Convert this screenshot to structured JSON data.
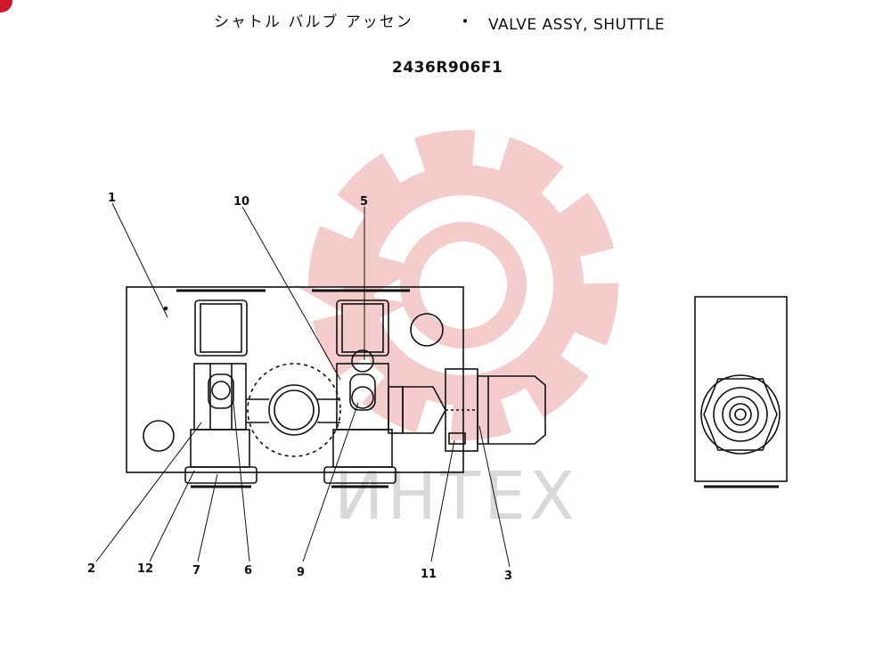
{
  "header": {
    "title_jp": "シャトル バルブ アッセン",
    "separator": "・",
    "title_en": "VALVE ASSY,  SHUTTLE",
    "part_number": "2436R906F1"
  },
  "watermark": {
    "text": "ИНТЕХ",
    "logo_color": "#f5c7c7",
    "text_color": "#d9d9d9"
  },
  "callouts": [
    "1",
    "10",
    "5",
    "2",
    "12",
    "7",
    "6",
    "9",
    "11",
    "3"
  ],
  "colors": {
    "ink": "#111111",
    "corner_mark": "#d0182a"
  }
}
